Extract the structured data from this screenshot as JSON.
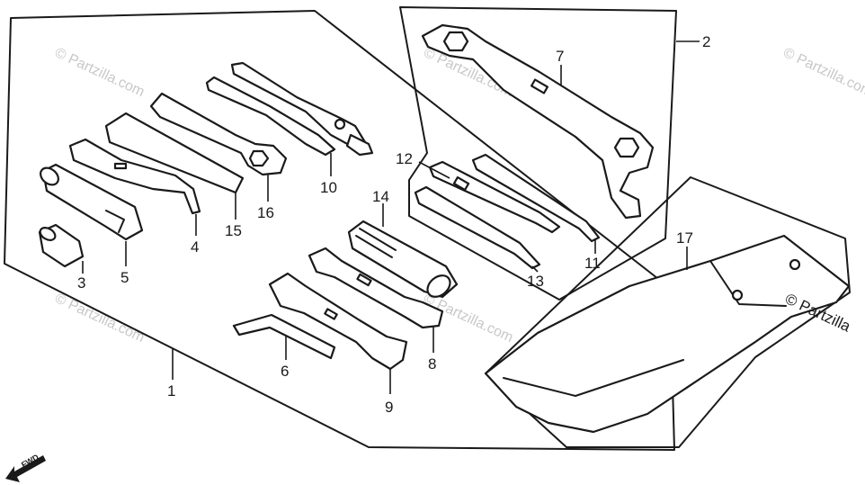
{
  "watermark": {
    "text": "© Partzilla.com",
    "edge_text": "© Partzilla",
    "color": "#c8c8c8"
  },
  "direction_marker": {
    "label": "FWD"
  },
  "callouts": [
    {
      "id": "1",
      "label": "1"
    },
    {
      "id": "2",
      "label": "2"
    },
    {
      "id": "3",
      "label": "3"
    },
    {
      "id": "4",
      "label": "4"
    },
    {
      "id": "5",
      "label": "5"
    },
    {
      "id": "6",
      "label": "6"
    },
    {
      "id": "7",
      "label": "7"
    },
    {
      "id": "8",
      "label": "8"
    },
    {
      "id": "9",
      "label": "9"
    },
    {
      "id": "10",
      "label": "10"
    },
    {
      "id": "11",
      "label": "11"
    },
    {
      "id": "12",
      "label": "12"
    },
    {
      "id": "13",
      "label": "13"
    },
    {
      "id": "14",
      "label": "14"
    },
    {
      "id": "15",
      "label": "15"
    },
    {
      "id": "16",
      "label": "16"
    },
    {
      "id": "17",
      "label": "17"
    }
  ]
}
